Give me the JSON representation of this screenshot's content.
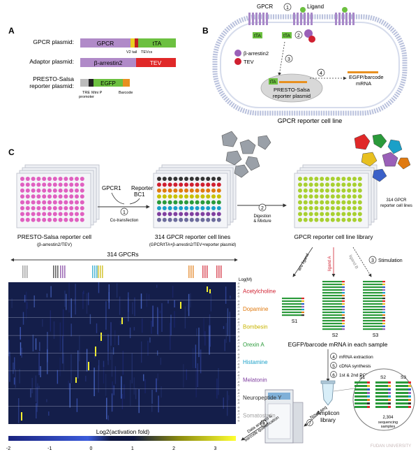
{
  "panels": {
    "a": "A",
    "b": "B",
    "c": "C"
  },
  "panel_a": {
    "gpcr_plasmid": "GPCR plasmid:",
    "adaptor_plasmid": "Adaptor plasmid:",
    "reporter_plasmid_line1": "PRESTO-Salsa",
    "reporter_plasmid_line2": "reporter plasmid:",
    "gpcr_box": "GPCR",
    "tta_box": "tTA",
    "v2tail": "V2 tail",
    "tevcs": "TEVcs",
    "barr_box": "β-arrestin2",
    "tev_box": "TEV",
    "egfp_box": "EGFP",
    "tre_line1": "TRE",
    "tre_line2": "promoter",
    "minip": "Mini P",
    "barcode": "Barcode"
  },
  "panel_b": {
    "gpcr": "GPCR",
    "ligand": "Ligand",
    "tta1": "tTA",
    "tta2": "tTA",
    "tta3": "tTA",
    "barr": "β-arrestin2",
    "tev": "TEV",
    "presto1": "PRESTO-Salsa",
    "presto2": "reporter plasmid",
    "mrna1": "EGFP/barcode",
    "mrna2": "mRNA",
    "caption": "GPCR reporter cell line",
    "steps": [
      "1",
      "2",
      "3",
      "4"
    ]
  },
  "panel_c": {
    "gpcr1": "GPCR1",
    "reporter1": "Reporter",
    "reporter2": "BC1",
    "cotrans": "Co-transfection",
    "plate1_title": "PRESTO-Salsa reporter cell",
    "plate1_sub": "(β-arrestin2/TEV)",
    "plate2_title": "314 GPCR reporter cell lines",
    "plate2_sub": "(GPCR/tTA+β-arrestin2/TEV+reporter plasmid)",
    "digest1": "Digestion",
    "digest2": "& Mixture",
    "plate3_title": "GPCR reporter cell line library",
    "cells_label1": "314 GPCR",
    "cells_label2": "reporter cell lines",
    "no_ligand": "w/o ligand",
    "ligand_a": "ligand A",
    "ligand_b": "ligand B",
    "stimulation": "Stimulation",
    "s1": "S1",
    "s2": "S2",
    "s3": "S3",
    "egfp_samples": "EGFP/barcode mRNA in each sample",
    "mrna_extract": "mRNA extraction",
    "cdna": "cDNA synthesis",
    "pcr": "1st & 2nd PCR",
    "amplicon1": "Amplicon",
    "amplicon2": "library",
    "novaseq": "Nova-seq",
    "analysis1": "Data analysis &",
    "analysis2": "barcode quantification",
    "seq_count": "2,304",
    "seq_label1": "sequencing",
    "seq_label2": "samples",
    "step_nums": [
      "1",
      "2",
      "3",
      "4",
      "5",
      "6",
      "7",
      "8"
    ],
    "gpcr_count": "314 GPCRs",
    "log_m": "Log(M)"
  },
  "heatmap": {
    "ligands": [
      {
        "name": "Acetylcholine",
        "color": "#d02030"
      },
      {
        "name": "Dopamine",
        "color": "#e07a10"
      },
      {
        "name": "Bombesin",
        "color": "#c8b400"
      },
      {
        "name": "Orexin A",
        "color": "#2a9a3a"
      },
      {
        "name": "Histamine",
        "color": "#1aa0c8"
      },
      {
        "name": "Melatonin",
        "color": "#8040a0"
      },
      {
        "name": "Neuropeptide Y",
        "color": "#333333"
      },
      {
        "name": "Somatostatin",
        "color": "#a0a0a0"
      }
    ],
    "row_labels": [
      "-9",
      "-8",
      "-7",
      "-6",
      "-5"
    ],
    "colorbar_title": "Log2(activation fold)",
    "colorbar_ticks": [
      "-2",
      "-1",
      "0",
      "1",
      "2",
      "3"
    ]
  },
  "watermark": {
    "line1": "FUDAN UNIVERSITY"
  }
}
